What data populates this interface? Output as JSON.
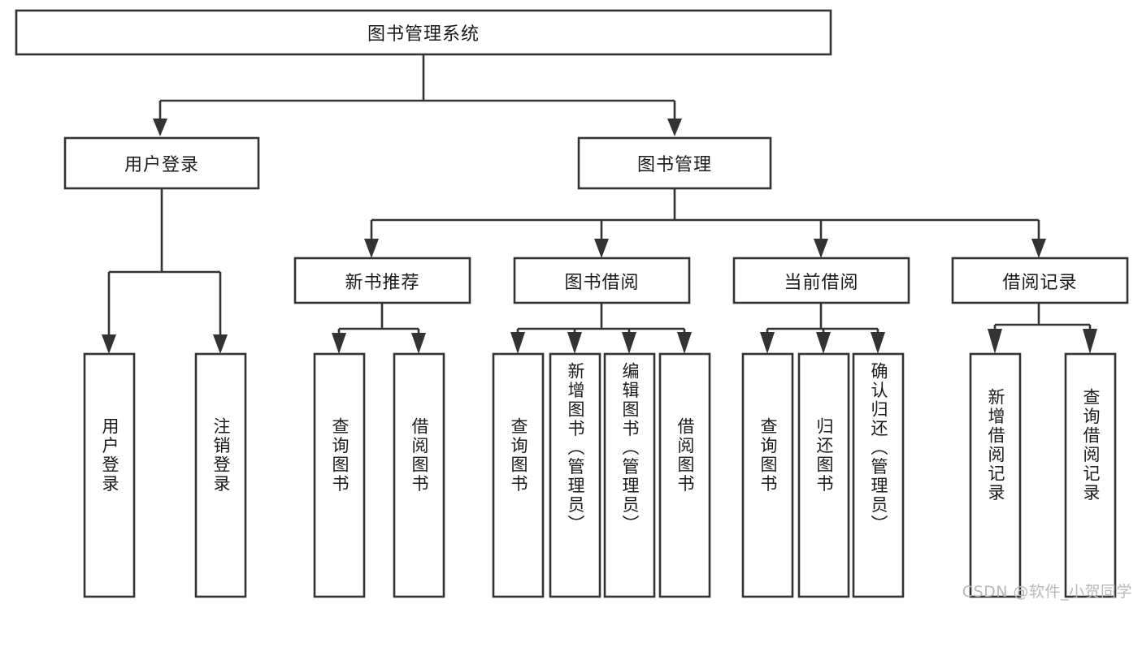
{
  "diagram": {
    "type": "tree-hierarchy-chart",
    "title": "图书管理系统",
    "watermark": "CSDN @软件_小贺同学",
    "colors": {
      "stroke": "#333333",
      "box_fill": "#ffffff",
      "text": "#1a1a1a",
      "background": "#ffffff",
      "watermark": "#b9b9b9"
    },
    "levels": {
      "root": {
        "label": "图书管理系统"
      },
      "level2": [
        {
          "label": "用户登录"
        },
        {
          "label": "图书管理"
        }
      ],
      "level3": [
        {
          "label": "新书推荐"
        },
        {
          "label": "图书借阅"
        },
        {
          "label": "当前借阅"
        },
        {
          "label": "借阅记录"
        }
      ],
      "leaves": {
        "user_login": [
          {
            "label": "用户登录"
          },
          {
            "label": "注销登录"
          }
        ],
        "new_book_recommend": [
          {
            "label": "查询图书"
          },
          {
            "label": "借阅图书"
          }
        ],
        "book_borrow": [
          {
            "label": "查询图书"
          },
          {
            "label": "新增图书（管理员）"
          },
          {
            "label": "编辑图书（管理员）"
          },
          {
            "label": "借阅图书"
          }
        ],
        "current_borrow": [
          {
            "label": "查询图书"
          },
          {
            "label": "归还图书"
          },
          {
            "label": "确认归还（管理员）"
          }
        ],
        "borrow_records": [
          {
            "label": "新增借阅记录"
          },
          {
            "label": "查询借阅记录"
          }
        ]
      }
    }
  }
}
